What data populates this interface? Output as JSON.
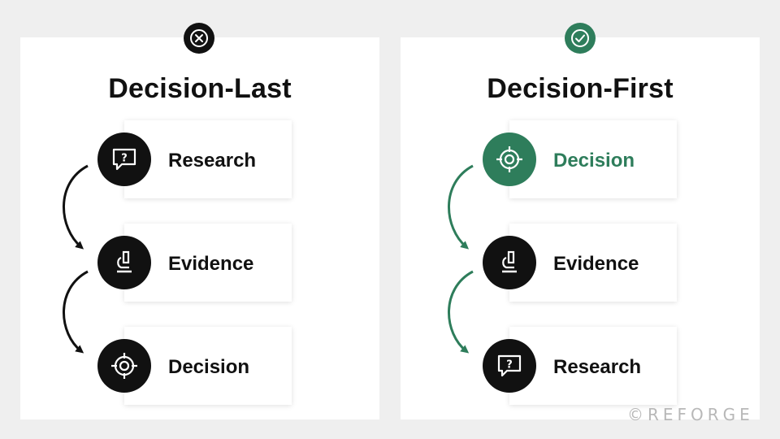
{
  "colors": {
    "accent": "#2e7d5b",
    "dark": "#111111"
  },
  "left": {
    "title": "Decision-Last",
    "badge_icon": "x-circle-icon",
    "steps": [
      {
        "label": "Research",
        "icon": "question-bubble-icon"
      },
      {
        "label": "Evidence",
        "icon": "microscope-icon"
      },
      {
        "label": "Decision",
        "icon": "target-icon"
      }
    ]
  },
  "right": {
    "title": "Decision-First",
    "badge_icon": "check-circle-icon",
    "steps": [
      {
        "label": "Decision",
        "icon": "target-icon",
        "highlighted": true
      },
      {
        "label": "Evidence",
        "icon": "microscope-icon"
      },
      {
        "label": "Research",
        "icon": "question-bubble-icon"
      }
    ]
  },
  "watermark": "©REFORGE"
}
